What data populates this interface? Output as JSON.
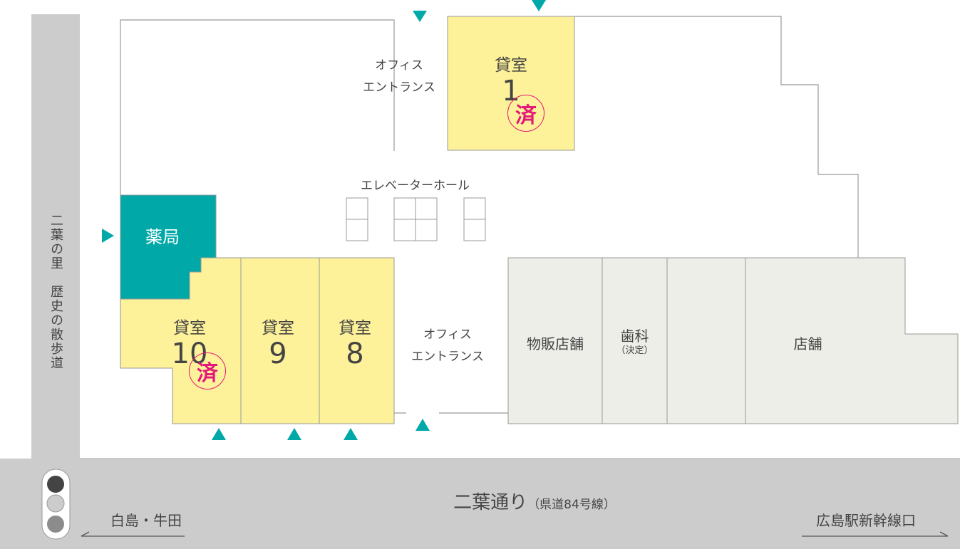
{
  "colors": {
    "available": "#fdf19a",
    "pharmacy": "#00a9a8",
    "shops": "#edeee8",
    "road": "#cccccc",
    "sold": "#e4177a",
    "arrow": "#00a9a8"
  },
  "rooms": {
    "room1": {
      "title": "貸室",
      "number": "1",
      "status": "済"
    },
    "room10": {
      "title": "貸室",
      "number": "10",
      "status": "済"
    },
    "room9": {
      "title": "貸室",
      "number": "9"
    },
    "room8": {
      "title": "貸室",
      "number": "8"
    }
  },
  "pharmacy": "薬局",
  "office_entrance_top": [
    "オフィス",
    "エントランス"
  ],
  "office_entrance_bottom": [
    "オフィス",
    "エントランス"
  ],
  "elevator_hall": "エレベーターホール",
  "shops": {
    "retail": "物販店舗",
    "dental": "歯科",
    "dental_note": "（決定）",
    "store": "店舗"
  },
  "side_street": "二葉の里　歴史の散歩道",
  "main_road": {
    "name": "二葉通り",
    "note": "（県道84号線）"
  },
  "directions": {
    "left": "白島・牛田",
    "right": "広島駅新幹線口"
  }
}
